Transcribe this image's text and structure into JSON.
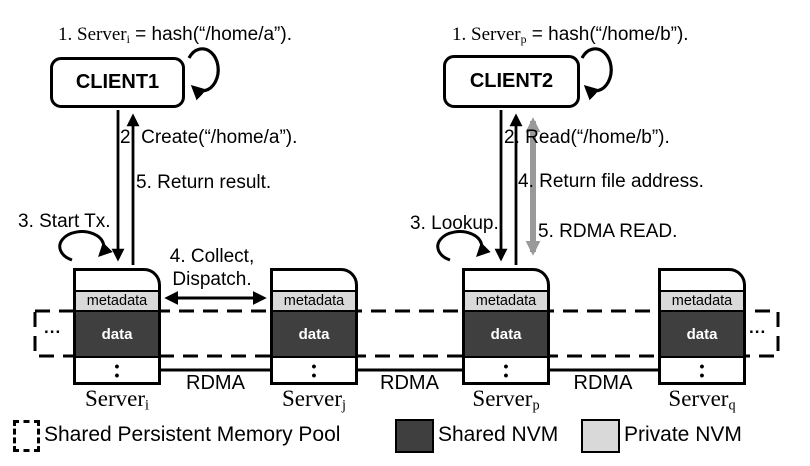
{
  "client1": {
    "name": "CLIENT1",
    "step1": {
      "pre": "1. Server",
      "sub": "i",
      "post": " = hash(“/home/a”)."
    },
    "step2": "2. Create(“/home/a”).",
    "step5": "5. Return result.",
    "step3": "3. Start Tx.",
    "step4_line1": "4. Collect,",
    "step4_line2": "Dispatch."
  },
  "client2": {
    "name": "CLIENT2",
    "step1": {
      "pre": "1. Server",
      "sub": "p",
      "post": " = hash(“/home/b”)."
    },
    "step2": "2. Read(“/home/b”).",
    "step4": "4. Return file address.",
    "step3": "3. Lookup.",
    "step5": "5. RDMA READ."
  },
  "servers": [
    {
      "label_pre": "Server",
      "label_sub": "i",
      "metadata": "metadata",
      "data": "data",
      "dot": "•"
    },
    {
      "label_pre": "Server",
      "label_sub": "j",
      "metadata": "metadata",
      "data": "data",
      "dot": "•"
    },
    {
      "label_pre": "Server",
      "label_sub": "p",
      "metadata": "metadata",
      "data": "data",
      "dot": "•"
    },
    {
      "label_pre": "Server",
      "label_sub": "q",
      "metadata": "metadata",
      "data": "data",
      "dot": "•"
    }
  ],
  "rdma_labels": [
    "RDMA",
    "RDMA",
    "RDMA"
  ],
  "ellipsis_left": "...",
  "ellipsis_right": "...",
  "legend": {
    "pool": "Shared Persistent Memory Pool",
    "shared_nvm": "Shared NVM",
    "private_nvm": "Private NVM"
  },
  "colors": {
    "shared_nvm_fill": "#3f3f3f",
    "private_nvm_fill": "#d9d9d9",
    "rdma_read_arrow": "#999999",
    "line": "#000000"
  }
}
